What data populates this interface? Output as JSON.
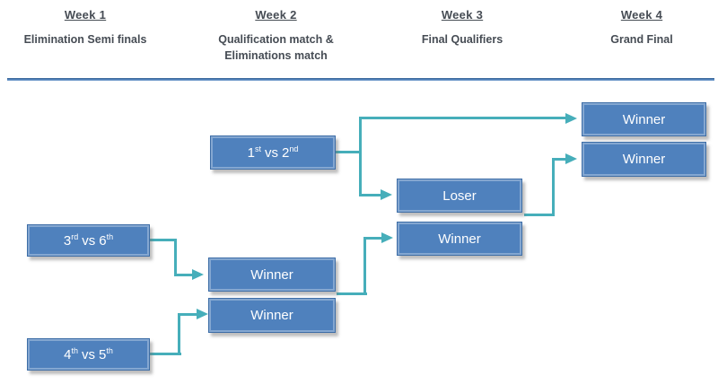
{
  "header": {
    "columns": [
      {
        "title": "Week 1",
        "subtitle": "Elimination Semi finals"
      },
      {
        "title": "Week 2",
        "subtitle": "Qualification match &",
        "subtitle2": "Eliminations match"
      },
      {
        "title": "Week 3",
        "subtitle": "Final Qualifiers"
      },
      {
        "title": "Week 4",
        "subtitle": "Grand Final"
      }
    ]
  },
  "boxes": {
    "match_1_2": {
      "num_a": "1",
      "sup_a": "st",
      "vs": "vs",
      "num_b": "2",
      "sup_b": "nd"
    },
    "match_3_6": {
      "num_a": "3",
      "sup_a": "rd",
      "vs": "vs",
      "num_b": "6",
      "sup_b": "th"
    },
    "match_4_5": {
      "num_a": "4",
      "sup_a": "th",
      "vs": "vs",
      "num_b": "5",
      "sup_b": "th"
    },
    "grand_final_winner_top": "Winner",
    "grand_final_winner_bottom": "Winner",
    "final_qualifier_loser": "Loser",
    "final_qualifier_winner": "Winner",
    "week2_winner_top": "Winner",
    "week2_winner_bottom": "Winner"
  },
  "colors": {
    "box_fill": "#4f81bd",
    "box_border": "#3d6da6",
    "box_text": "#ffffff",
    "connector": "#46aeba",
    "divider": "#4f81bd",
    "header_text": "#464c54"
  }
}
